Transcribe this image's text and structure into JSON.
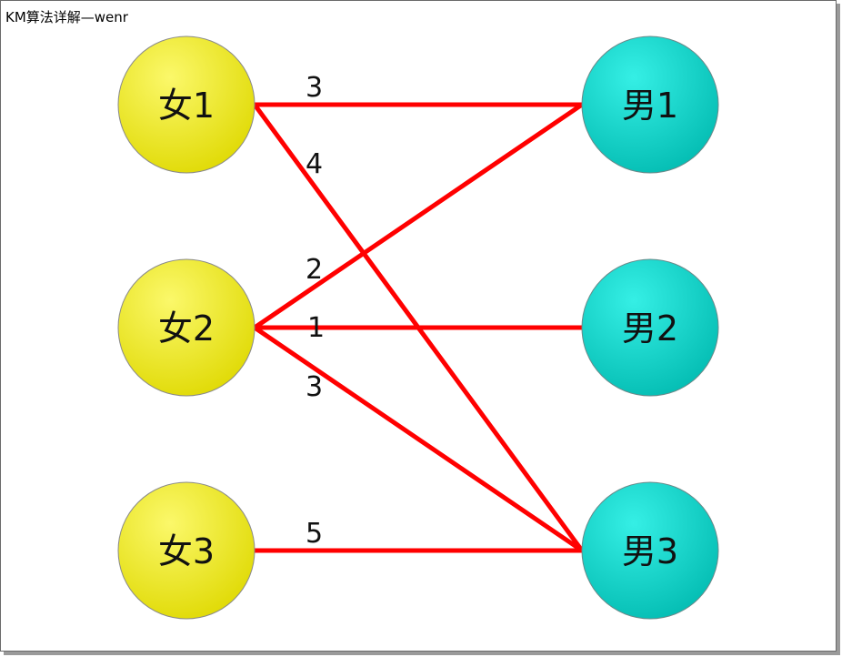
{
  "title": "KM算法详解—wenr",
  "colors": {
    "female_fill": "#f2ec1a",
    "male_fill": "#0fd3c8",
    "edge": "#ff0000"
  },
  "left_nodes": [
    {
      "label": "女1"
    },
    {
      "label": "女2"
    },
    {
      "label": "女3"
    }
  ],
  "right_nodes": [
    {
      "label": "男1"
    },
    {
      "label": "男2"
    },
    {
      "label": "男3"
    }
  ],
  "edges": [
    {
      "from": 0,
      "to": 0,
      "weight": "3"
    },
    {
      "from": 0,
      "to": 2,
      "weight": "4"
    },
    {
      "from": 1,
      "to": 0,
      "weight": "2"
    },
    {
      "from": 1,
      "to": 1,
      "weight": "1"
    },
    {
      "from": 1,
      "to": 2,
      "weight": "3"
    },
    {
      "from": 2,
      "to": 2,
      "weight": "5"
    }
  ]
}
